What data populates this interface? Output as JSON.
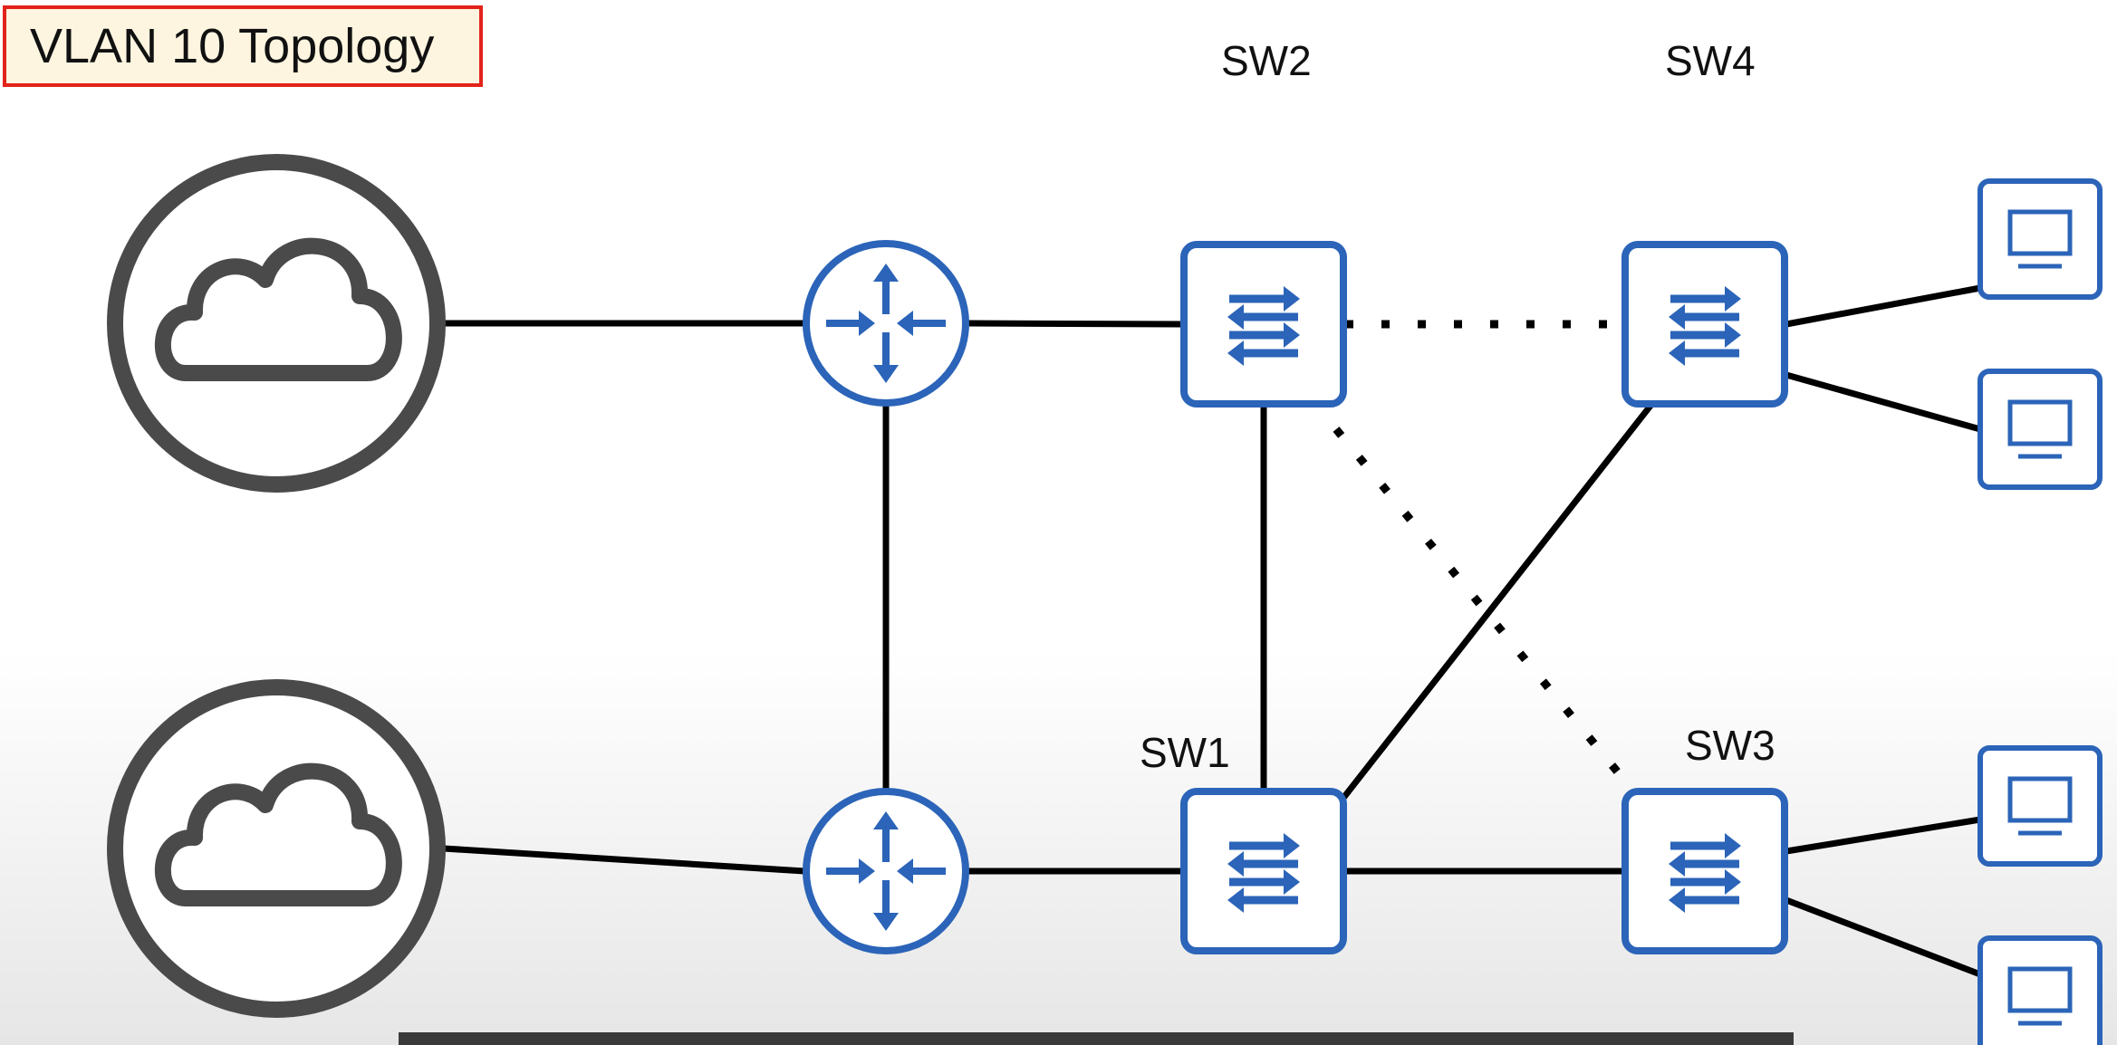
{
  "title": "VLAN 10 Topology",
  "switches": [
    {
      "id": "SW1",
      "label": "SW1"
    },
    {
      "id": "SW2",
      "label": "SW2"
    },
    {
      "id": "SW3",
      "label": "SW3"
    },
    {
      "id": "SW4",
      "label": "SW4"
    }
  ],
  "nodes": [
    {
      "id": "internet-top",
      "kind": "cloud",
      "icon": "cloud-icon"
    },
    {
      "id": "internet-bottom",
      "kind": "cloud",
      "icon": "cloud-icon"
    },
    {
      "id": "router-top",
      "kind": "router",
      "icon": "router-icon"
    },
    {
      "id": "router-bottom",
      "kind": "router",
      "icon": "router-icon"
    },
    {
      "id": "SW1",
      "kind": "switch",
      "icon": "switch-icon"
    },
    {
      "id": "SW2",
      "kind": "switch",
      "icon": "switch-icon"
    },
    {
      "id": "SW3",
      "kind": "switch",
      "icon": "switch-icon"
    },
    {
      "id": "SW4",
      "kind": "switch",
      "icon": "switch-icon"
    },
    {
      "id": "pc-1",
      "kind": "pc",
      "icon": "pc-icon"
    },
    {
      "id": "pc-2",
      "kind": "pc",
      "icon": "pc-icon"
    },
    {
      "id": "pc-3",
      "kind": "pc",
      "icon": "pc-icon"
    },
    {
      "id": "pc-4",
      "kind": "pc",
      "icon": "pc-icon"
    }
  ],
  "links": [
    {
      "from": "internet-top",
      "to": "router-top",
      "state": "active"
    },
    {
      "from": "internet-bottom",
      "to": "router-bottom",
      "state": "active"
    },
    {
      "from": "router-top",
      "to": "router-bottom",
      "state": "active"
    },
    {
      "from": "router-top",
      "to": "SW2",
      "state": "active"
    },
    {
      "from": "router-bottom",
      "to": "SW1",
      "state": "active"
    },
    {
      "from": "SW2",
      "to": "SW1",
      "state": "active"
    },
    {
      "from": "SW2",
      "to": "SW4",
      "state": "blocked"
    },
    {
      "from": "SW2",
      "to": "SW3",
      "state": "blocked"
    },
    {
      "from": "SW1",
      "to": "SW4",
      "state": "active"
    },
    {
      "from": "SW1",
      "to": "SW3",
      "state": "active"
    },
    {
      "from": "SW4",
      "to": "pc-1",
      "state": "active"
    },
    {
      "from": "SW4",
      "to": "pc-2",
      "state": "active"
    },
    {
      "from": "SW3",
      "to": "pc-3",
      "state": "active"
    },
    {
      "from": "SW3",
      "to": "pc-4",
      "state": "active"
    }
  ],
  "colors": {
    "device_blue": "#2b64b8",
    "cloud_gray": "#4a4a4a",
    "link": "#000000",
    "title_border": "#e2231a",
    "title_fill": "#fdf5e0",
    "caption_bg": "#3a3a3a",
    "caption_text": "#7ddc2f"
  },
  "caption": ""
}
